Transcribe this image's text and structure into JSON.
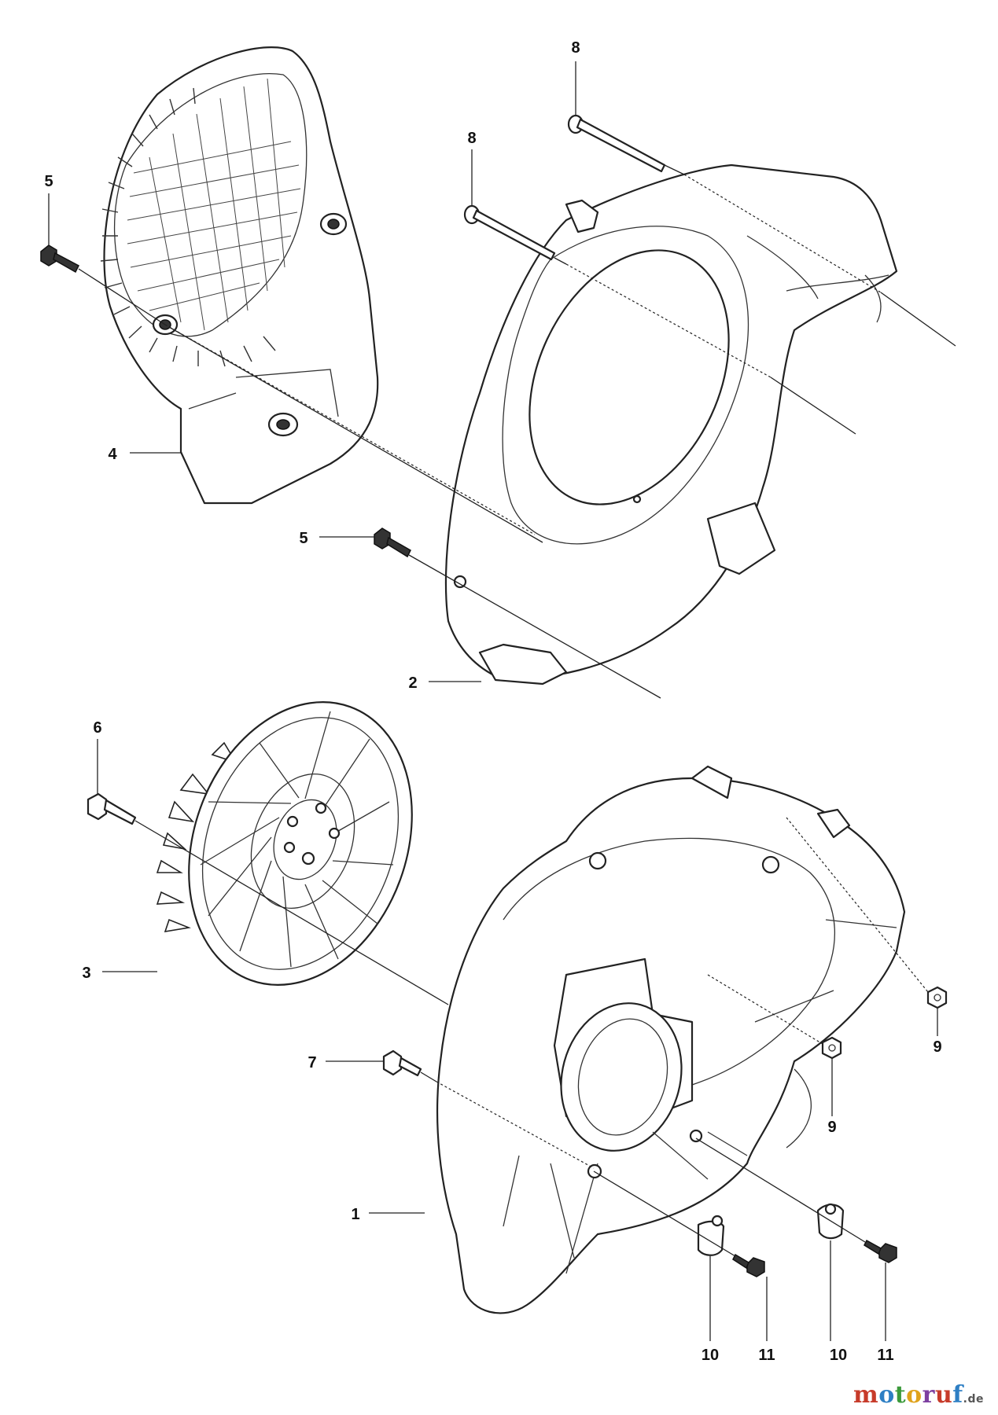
{
  "callouts": {
    "c8_top": "8",
    "c8_mid": "8",
    "c5_top": "5",
    "c4": "4",
    "c5_mid": "5",
    "c2": "2",
    "c6": "6",
    "c3": "3",
    "c7": "7",
    "c9_right": "9",
    "c9_mid": "9",
    "c1": "1",
    "c10_a": "10",
    "c11_a": "11",
    "c10_b": "10",
    "c11_b": "11"
  },
  "watermark": {
    "letters": [
      "m",
      "o",
      "t",
      "o",
      "r",
      "u",
      "f"
    ],
    "suffix": ".de"
  },
  "icons": [
    "exploded-parts-diagram",
    "logo"
  ]
}
